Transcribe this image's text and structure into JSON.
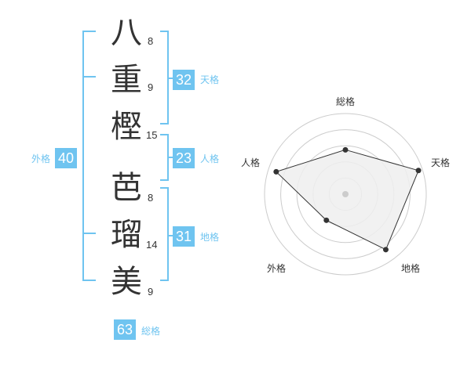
{
  "name_chars": [
    {
      "char": "八",
      "strokes": "8"
    },
    {
      "char": "重",
      "strokes": "9"
    },
    {
      "char": "樫",
      "strokes": "15"
    },
    {
      "char": "芭",
      "strokes": "8"
    },
    {
      "char": "瑠",
      "strokes": "14"
    },
    {
      "char": "美",
      "strokes": "9"
    }
  ],
  "fortunes": {
    "tenkaku": {
      "value": "32",
      "label": "天格"
    },
    "jinkaku": {
      "value": "23",
      "label": "人格"
    },
    "chikaku": {
      "value": "31",
      "label": "地格"
    },
    "gaikaku": {
      "value": "40",
      "label": "外格"
    },
    "soukaku": {
      "value": "63",
      "label": "総格"
    }
  },
  "colors": {
    "accent": "#6fc4f0",
    "text": "#333333",
    "radar_fill": "#eeeeee",
    "radar_grid": "#cccccc"
  },
  "chart_data": {
    "type": "radar",
    "axes": [
      "総格",
      "天格",
      "地格",
      "外格",
      "人格"
    ],
    "values": [
      0.55,
      0.95,
      0.85,
      0.4,
      0.9
    ],
    "range": [
      0,
      1
    ],
    "grid": true
  }
}
